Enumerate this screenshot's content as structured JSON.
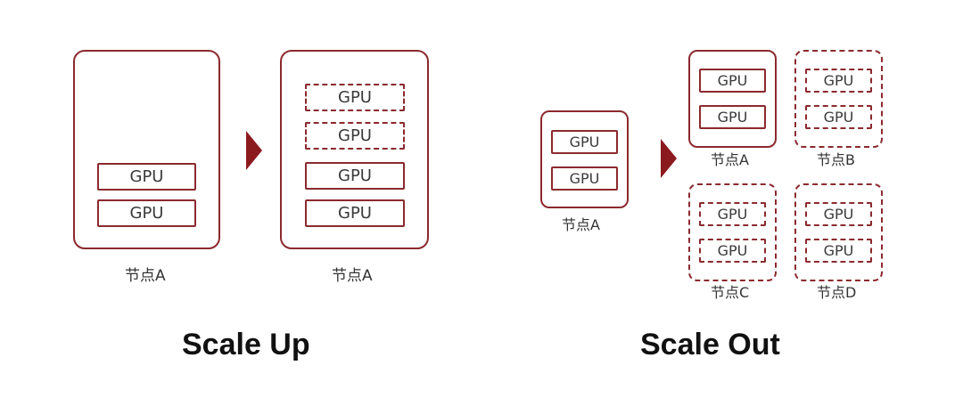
{
  "colors": {
    "accent": "#8b2a2e",
    "arrow": "#8b1a1f",
    "text": "#333333",
    "title": "#111111"
  },
  "scale_up": {
    "title": "Scale Up",
    "before": {
      "node_label": "节点A",
      "gpus": [
        "GPU",
        "GPU"
      ]
    },
    "after": {
      "node_label": "节点A",
      "gpus": [
        "GPU",
        "GPU",
        "GPU",
        "GPU"
      ],
      "added_gpus_dashed": 2
    },
    "arrow_icon": "right-triangle-arrow"
  },
  "scale_out": {
    "title": "Scale Out",
    "before": {
      "node_label": "节点A",
      "gpus": [
        "GPU",
        "GPU"
      ]
    },
    "arrow_icon": "right-triangle-arrow",
    "after_nodes": [
      {
        "label": "节点A",
        "gpus": [
          "GPU",
          "GPU"
        ],
        "dashed": false
      },
      {
        "label": "节点B",
        "gpus": [
          "GPU",
          "GPU"
        ],
        "dashed": true
      },
      {
        "label": "节点C",
        "gpus": [
          "GPU",
          "GPU"
        ],
        "dashed": true
      },
      {
        "label": "节点D",
        "gpus": [
          "GPU",
          "GPU"
        ],
        "dashed": true
      }
    ]
  }
}
